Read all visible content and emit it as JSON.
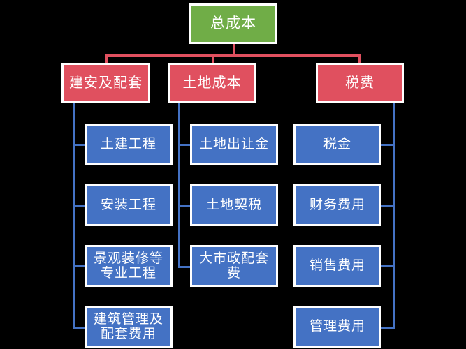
{
  "diagram": {
    "type": "tree-hierarchy",
    "title": "总成本",
    "background_color": "#000000",
    "colors": {
      "root_fill": "#70ad47",
      "level2_fill": "#e0505f",
      "level3_fill": "#4472c4",
      "node_border": "#ffffff",
      "text": "#ffffff",
      "level2_connector": "#e0505f",
      "level3_connector": "#4472c4"
    },
    "root": {
      "label": "总成本"
    },
    "branches": [
      {
        "label": "建安及配套",
        "children": [
          {
            "label": "土建工程"
          },
          {
            "label": "安装工程"
          },
          {
            "label": "景观装修等\n专业工程"
          },
          {
            "label": "建筑管理及\n配套费用"
          }
        ]
      },
      {
        "label": "土地成本",
        "children": [
          {
            "label": "土地出让金"
          },
          {
            "label": "土地契税"
          },
          {
            "label": "大市政配套\n费"
          }
        ]
      },
      {
        "label": "税费",
        "children": [
          {
            "label": "税金"
          },
          {
            "label": "财务费用"
          },
          {
            "label": "销售费用"
          },
          {
            "label": "管理费用"
          }
        ]
      }
    ]
  }
}
